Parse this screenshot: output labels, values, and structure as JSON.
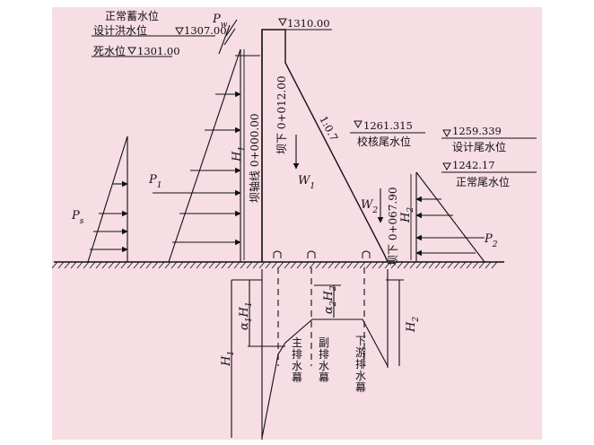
{
  "water_levels": {
    "normal_pool": "正常蓄水位",
    "design_flood": "设计洪水位",
    "design_flood_elev": "1307.00",
    "dead": "死水位",
    "dead_elev": "1301.00",
    "crest_elev": "1310.00",
    "check_tail": "校核尾水位",
    "check_tail_elev": "1261.315",
    "design_tail": "设计尾水位",
    "design_tail_elev": "1259.339",
    "normal_tail": "正常尾水位",
    "normal_tail_elev": "1242.17"
  },
  "dam": {
    "axis_label": "坝轴线 0+000.00",
    "down_012": "坝下 0+012.00",
    "down_067": "坝下 0+067.90",
    "slope": "1:0.7"
  },
  "symbols": {
    "P": "P",
    "w": "w",
    "s": "s",
    "one": "1",
    "two": "2",
    "W": "W",
    "H": "H",
    "alpha": "α"
  },
  "curtains": {
    "main": "主排水幕",
    "secondary": "副排水幕",
    "downstream": "下游排水幕"
  }
}
